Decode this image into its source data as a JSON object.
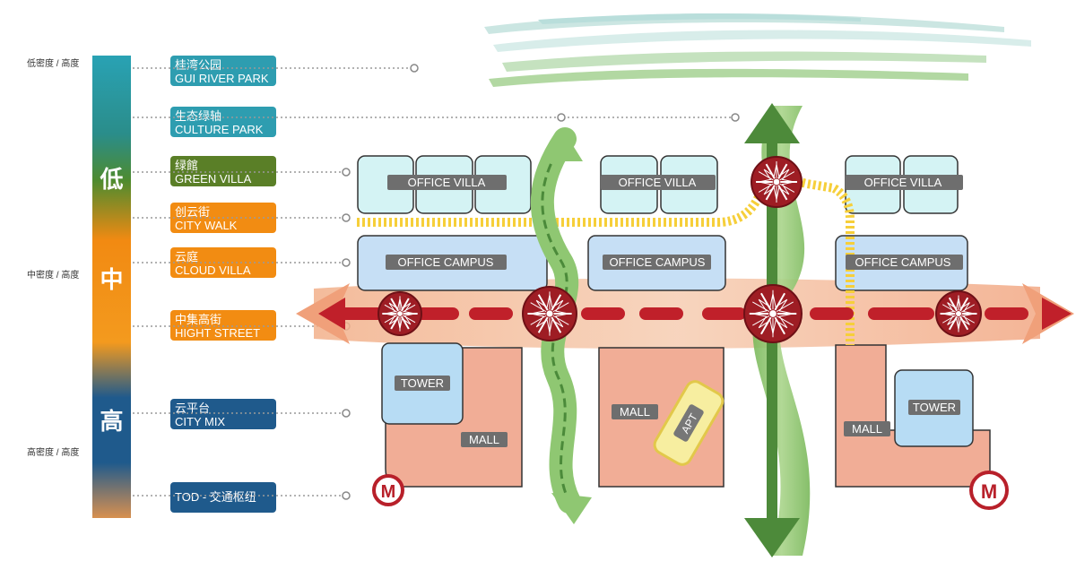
{
  "density_scale": {
    "low_label": "低密度 / 高度",
    "mid_label": "中密度 / 高度",
    "high_label": "高密度 / 高度",
    "bar_chars": [
      "低",
      "中",
      "高"
    ]
  },
  "zones": [
    {
      "cn": "桂湾公园",
      "en": "GUI RIVER PARK",
      "color": "#2e9db0"
    },
    {
      "cn": "生态绿轴",
      "en": "CULTURE PARK",
      "color": "#2e9db0"
    },
    {
      "cn": "绿館",
      "en": "GREEN VILLA",
      "color": "#5a7f27"
    },
    {
      "cn": "创云街",
      "en": "CITY WALK",
      "color": "#f28c12"
    },
    {
      "cn": "云庭",
      "en": "CLOUD VILLA",
      "color": "#f28c12"
    },
    {
      "cn": "中集高街",
      "en": "HIGHT STREET",
      "color": "#f28c12"
    },
    {
      "cn": "云平台",
      "en": "CITY MIX",
      "color": "#1f5a8c"
    },
    {
      "cn": "TOD - 交通枢纽",
      "en": "",
      "color": "#1f5a8c"
    }
  ],
  "buildings": {
    "office_villa": "OFFICE VILLA",
    "office_campus": "OFFICE CAMPUS",
    "tower": "TOWER",
    "mall": "MALL",
    "apt": "APT",
    "metro": "M"
  }
}
